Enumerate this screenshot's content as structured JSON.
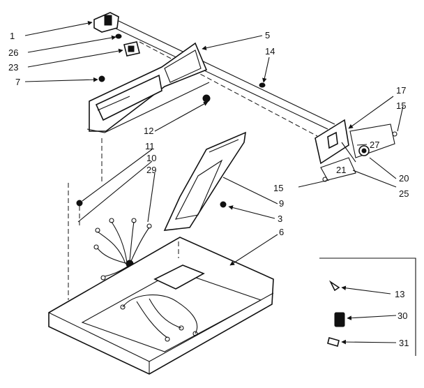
{
  "diagram": {
    "labels": {
      "p1": "1",
      "p26": "26",
      "p23": "23",
      "p7": "7",
      "p5": "5",
      "p14": "14",
      "p17": "17",
      "p15a": "15",
      "p27": "27",
      "p20": "20",
      "p25": "25",
      "p21": "21",
      "p15b": "15",
      "p12": "12",
      "p11": "11",
      "p10": "10",
      "p29": "29",
      "p9": "9",
      "p3": "3",
      "p6": "6",
      "p13": "13",
      "p30": "30",
      "p31": "31"
    }
  }
}
